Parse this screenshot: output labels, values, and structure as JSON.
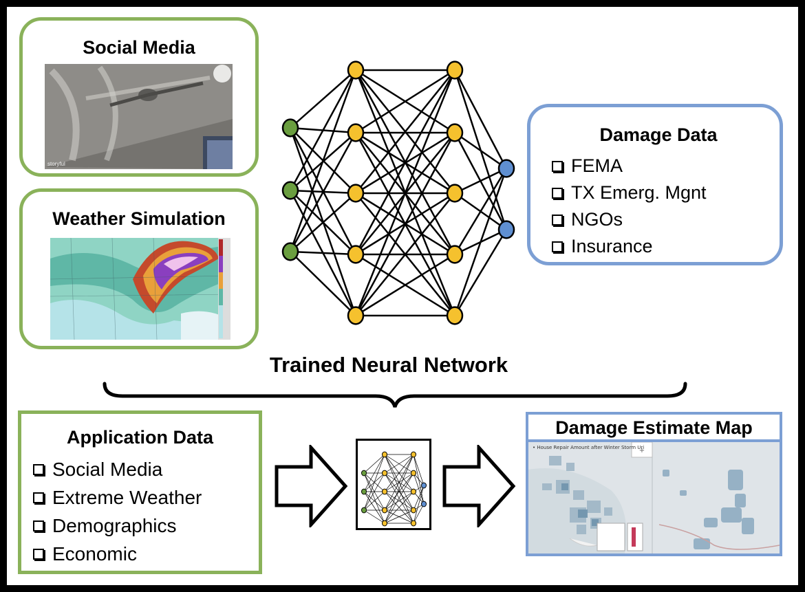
{
  "social_media": {
    "title": "Social Media",
    "watermark": "storyful"
  },
  "weather_simulation": {
    "title": "Weather Simulation"
  },
  "damage_data": {
    "title": "Damage Data",
    "items": [
      "FEMA",
      "TX Emerg. Mgnt",
      "NGOs",
      "Insurance"
    ]
  },
  "network_label": "Trained Neural Network",
  "application_data": {
    "title": "Application Data",
    "items": [
      "Social Media",
      "Extreme Weather",
      "Demographics",
      "Economic"
    ]
  },
  "damage_map": {
    "title": "Damage Estimate Map",
    "map_caption": "House Repair Amount after Winter Storm Uri"
  },
  "colors": {
    "green_border": "#8ab25a",
    "blue_border": "#7c9fd4",
    "input_node": "#6a9e3f",
    "hidden_node": "#f5c12e",
    "output_node": "#5f8fd1"
  }
}
